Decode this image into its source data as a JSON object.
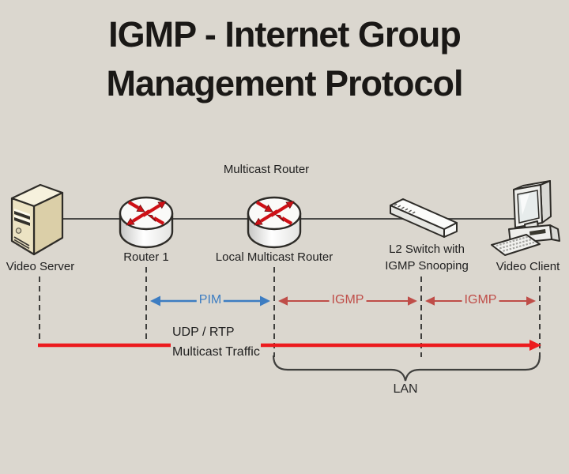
{
  "title": {
    "line1": "IGMP - Internet Group",
    "line2": "Management Protocol"
  },
  "diagram": {
    "top_label": "Multicast Router",
    "devices": [
      {
        "icon": "server-tower-icon",
        "label": "Video Server"
      },
      {
        "icon": "router-cylinder-icon",
        "label": "Router 1"
      },
      {
        "icon": "router-cylinder-icon",
        "label": "Local Multicast Router"
      },
      {
        "icon": "switch-bar-icon",
        "label_line1": "L2 Switch with",
        "label_line2": "IGMP Snooping"
      },
      {
        "icon": "desktop-computer-icon",
        "label": "Video Client"
      }
    ],
    "protocol_arrows": [
      {
        "label": "PIM",
        "color": "#3d7dc2",
        "from": "Router 1",
        "to": "Local Multicast Router"
      },
      {
        "label": "IGMP",
        "color": "#bf4d48",
        "from": "Local Multicast Router",
        "to": "L2 Switch"
      },
      {
        "label": "IGMP",
        "color": "#bf4d48",
        "from": "L2 Switch",
        "to": "Video Client"
      }
    ],
    "traffic_arrow": {
      "line1": "UDP / RTP",
      "line2": "Multicast Traffic",
      "color": "#ec1b1e"
    },
    "lan_label": "LAN"
  },
  "colors": {
    "background": "#dbd7cf",
    "title_text": "#1a1816",
    "label_text": "#1f1f1f",
    "connector_line": "#4a4a48",
    "dashed_line": "#3f3f3d",
    "pim_blue": "#3d7dc2",
    "igmp_red": "#bf4d48",
    "traffic_red": "#ec1b1e",
    "router_arrow_red": "#cf1016",
    "server_beige": "#ece3c3"
  }
}
